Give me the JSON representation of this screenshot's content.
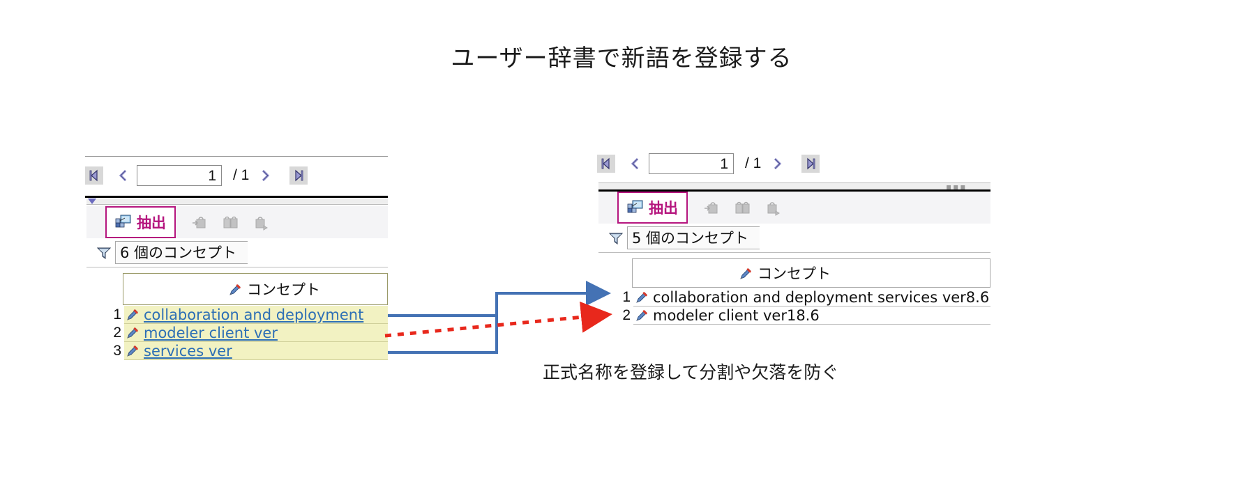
{
  "title": "ユーザー辞書で新語を登録する",
  "caption": "正式名称を登録して分割や欠落を防ぐ",
  "colors": {
    "accent_magenta": "#b5157e",
    "highlight_yellow": "#f2f2c2",
    "link_blue": "#2d6fb5",
    "connector_blue": "#4472b4",
    "connector_red": "#e8281c",
    "pager_purple": "#8e8ec4"
  },
  "before_panel": {
    "pager": {
      "first_label": "|«",
      "prev_label": "«",
      "page_value": "1",
      "total_label": "/ 1",
      "next_label": "»",
      "last_label": "»|"
    },
    "toolbar": {
      "extract_tab_label": "抽出",
      "extract_icon": "extract-icon",
      "tool_icons": [
        "bag-add-icon",
        "bag-pair-icon",
        "bag-save-icon"
      ]
    },
    "filter": {
      "icon": "funnel-icon",
      "text": "6 個のコンセプト"
    },
    "table": {
      "column_header": "コンセプト",
      "column_header_icon": "pencil-icon",
      "rows": [
        {
          "num": "1",
          "icon": "pencil-icon",
          "text": "collaboration and deployment"
        },
        {
          "num": "2",
          "icon": "pencil-icon",
          "text": "modeler client ver"
        },
        {
          "num": "3",
          "icon": "pencil-icon",
          "text": "services ver"
        }
      ]
    }
  },
  "after_panel": {
    "pager": {
      "first_label": "|«",
      "prev_label": "«",
      "page_value": "1",
      "total_label": "/ 1",
      "next_label": "»",
      "last_label": "»|"
    },
    "toolbar": {
      "extract_tab_label": "抽出",
      "extract_icon": "extract-icon",
      "tool_icons": [
        "bag-add-icon",
        "bag-pair-icon",
        "bag-save-icon"
      ],
      "grip_label": "▪▪▪"
    },
    "filter": {
      "icon": "funnel-icon",
      "text": "5 個のコンセプト"
    },
    "table": {
      "column_header": "コンセプト",
      "column_header_icon": "pencil-icon",
      "rows": [
        {
          "num": "1",
          "icon": "pencil-icon",
          "text": "collaboration and deployment services ver8.6"
        },
        {
          "num": "2",
          "icon": "pencil-icon",
          "text": "modeler client ver18.6"
        }
      ]
    }
  }
}
